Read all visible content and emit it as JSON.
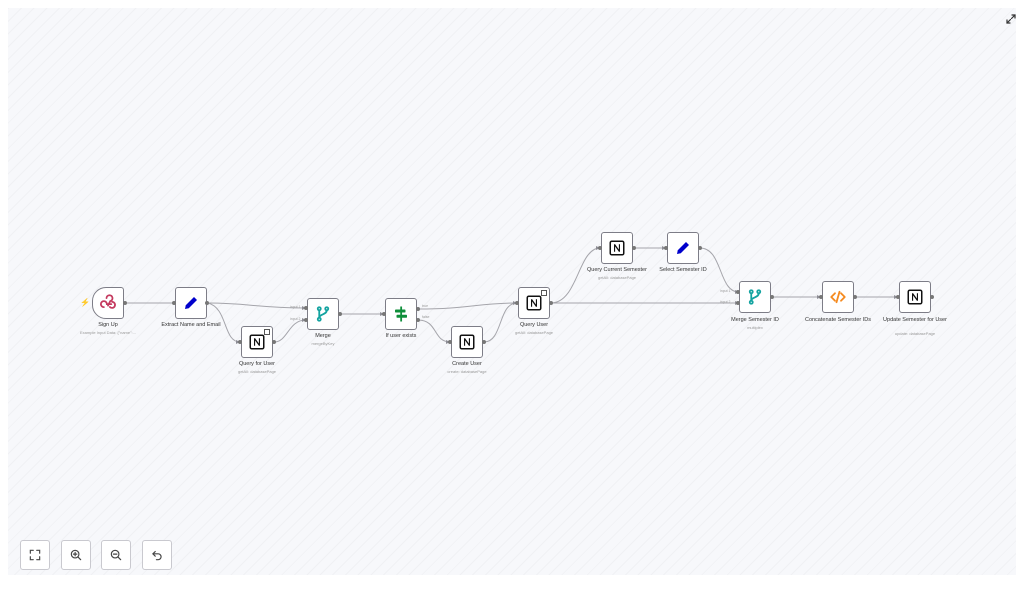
{
  "nodes": {
    "sign_up": {
      "label": "Sign Up",
      "sub": "Example Input Data: {\"name\":..."
    },
    "extract": {
      "label": "Extract Name and Email",
      "sub": ""
    },
    "query_user1": {
      "label": "Query for User",
      "sub": "getAll: databasePage"
    },
    "merge": {
      "label": "Merge",
      "sub": "mergeByKey",
      "in1": "input 1",
      "in2": "input 2"
    },
    "if_exists": {
      "label": "If user exists",
      "sub": "",
      "out_true": "true",
      "out_false": "false"
    },
    "create_user": {
      "label": "Create User",
      "sub": "create: databasePage"
    },
    "query_user2": {
      "label": "Query User",
      "sub": "getAll: databasePage"
    },
    "query_semester": {
      "label": "Query Current Semester",
      "sub": "getAll: databasePage"
    },
    "select_semester": {
      "label": "Select Semester ID",
      "sub": ""
    },
    "merge_semester": {
      "label": "Merge Semester ID",
      "sub": "multiplex",
      "in1": "input 1",
      "in2": "input 2"
    },
    "concat": {
      "label": "Concatenate Semester IDs",
      "sub": ""
    },
    "update": {
      "label": "Update Semester for User",
      "sub": "update: databasePage"
    }
  },
  "trigger_marker": "⚡",
  "controls": {
    "fit": "fit-to-view",
    "zoom_in": "zoom-in",
    "zoom_out": "zoom-out",
    "reset": "reset-zoom"
  },
  "colors": {
    "webhook": "#c43a5f",
    "set": "#0000cc",
    "notion": "#111111",
    "merge": "#13a3a0",
    "if": "#0f8e3a",
    "function": "#f58a1f",
    "connection": "#a5a5ab",
    "trigger": "#ff6d5a"
  }
}
